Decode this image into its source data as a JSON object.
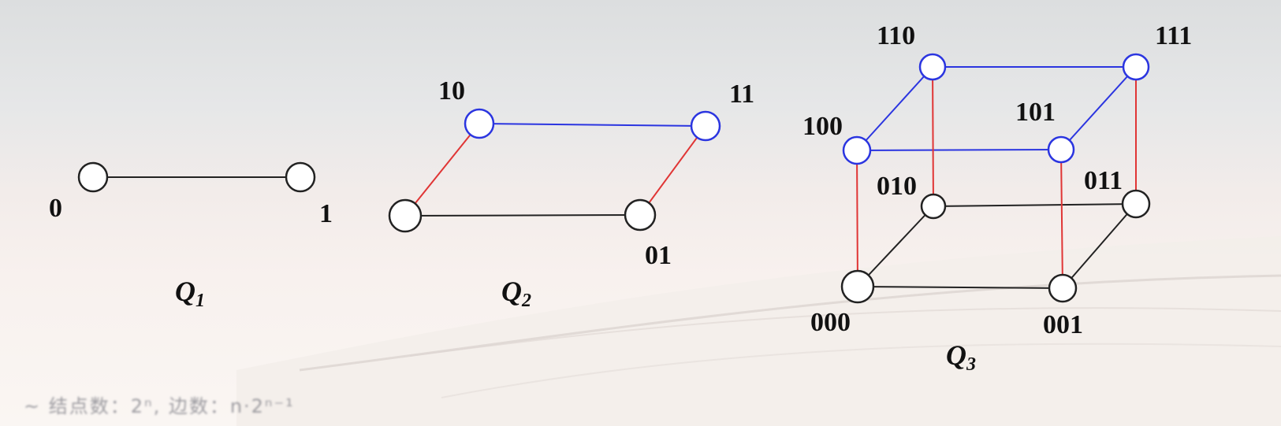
{
  "diagrams": [
    {
      "id": "q1",
      "name": {
        "letter": "Q",
        "sub": "1"
      },
      "nodes": [
        {
          "id": "0",
          "label": "0"
        },
        {
          "id": "1",
          "label": "1"
        }
      ],
      "edges": [
        {
          "from": "0",
          "to": "1",
          "color": "#222222"
        }
      ]
    },
    {
      "id": "q2",
      "name": {
        "letter": "Q",
        "sub": "2"
      },
      "nodes": [
        {
          "id": "00",
          "label": ""
        },
        {
          "id": "01",
          "label": "01"
        },
        {
          "id": "10",
          "label": "10"
        },
        {
          "id": "11",
          "label": "11"
        }
      ],
      "edges": [
        {
          "from": "00",
          "to": "01",
          "color": "#222222"
        },
        {
          "from": "10",
          "to": "11",
          "color": "#2b35e0"
        },
        {
          "from": "00",
          "to": "10",
          "color": "#e03535"
        },
        {
          "from": "01",
          "to": "11",
          "color": "#e03535"
        }
      ]
    },
    {
      "id": "q3",
      "name": {
        "letter": "Q",
        "sub": "3"
      },
      "nodes": [
        {
          "id": "000",
          "label": "000"
        },
        {
          "id": "001",
          "label": "001"
        },
        {
          "id": "010",
          "label": "010"
        },
        {
          "id": "011",
          "label": "011"
        },
        {
          "id": "100",
          "label": "100"
        },
        {
          "id": "101",
          "label": "101"
        },
        {
          "id": "110",
          "label": "110"
        },
        {
          "id": "111",
          "label": "111"
        }
      ],
      "edges": [
        {
          "from": "000",
          "to": "001",
          "color": "#222222"
        },
        {
          "from": "000",
          "to": "010",
          "color": "#222222"
        },
        {
          "from": "001",
          "to": "011",
          "color": "#222222"
        },
        {
          "from": "010",
          "to": "011",
          "color": "#222222"
        },
        {
          "from": "100",
          "to": "101",
          "color": "#2b35e0"
        },
        {
          "from": "100",
          "to": "110",
          "color": "#2b35e0"
        },
        {
          "from": "101",
          "to": "111",
          "color": "#2b35e0"
        },
        {
          "from": "110",
          "to": "111",
          "color": "#2b35e0"
        },
        {
          "from": "000",
          "to": "100",
          "color": "#e03535"
        },
        {
          "from": "001",
          "to": "101",
          "color": "#e03535"
        },
        {
          "from": "010",
          "to": "110",
          "color": "#e03535"
        },
        {
          "from": "011",
          "to": "111",
          "color": "#e03535"
        }
      ]
    }
  ],
  "colors": {
    "node_default": "#222222",
    "node_blue": "#2b35e0",
    "edge_black": "#222222",
    "edge_blue": "#2b35e0",
    "edge_red": "#e03535"
  },
  "footer_text": "~ 结点数：2ⁿ, 边数：n·2ⁿ⁻¹"
}
